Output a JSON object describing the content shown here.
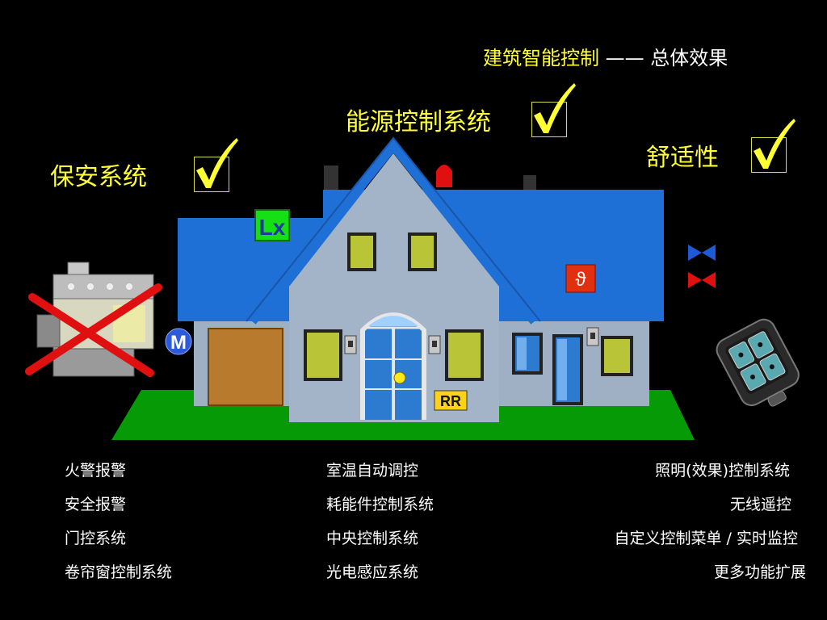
{
  "slide": {
    "title_part1": "建筑智能控制",
    "title_dash": " —— ",
    "title_part2": "总体效果"
  },
  "features": {
    "energy": "能源控制系统",
    "comfort": "舒适性",
    "security": "保安系统"
  },
  "house_labels": {
    "lux_sensor": "Lx",
    "motor": "M",
    "thermostat": "ϑ",
    "room_regulator": "RR"
  },
  "columns": {
    "left": [
      "火警报警",
      "安全报警",
      "门控系统",
      "卷帘窗控制系统"
    ],
    "middle": [
      "室温自动调控",
      "耗能件控制系统",
      "中央控制系统",
      "光电感应系统"
    ],
    "right": [
      "照明(效果)控制系统",
      "无线遥控",
      "自定义控制菜单 / 实时监控",
      "更多功能扩展"
    ]
  },
  "colors": {
    "title_yellow": "#ffff33",
    "roof_blue": "#1e6fd6",
    "wall_gray": "#9fb0c4",
    "grass_green": "#079a07",
    "alarm_red": "#e01010"
  }
}
